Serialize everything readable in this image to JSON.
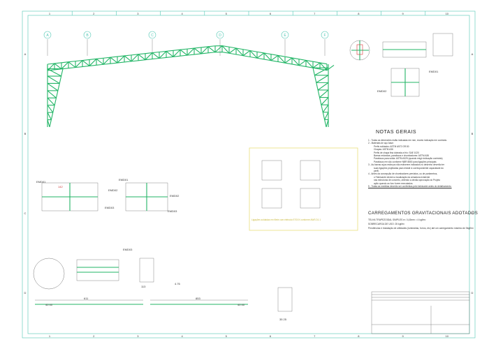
{
  "grid_axes": [
    "A",
    "B",
    "C",
    "D",
    "E",
    "F"
  ],
  "border_columns": [
    "1",
    "2",
    "3",
    "4",
    "5",
    "6",
    "7",
    "8",
    "9",
    "10"
  ],
  "border_rows": [
    "A",
    "B",
    "C",
    "D"
  ],
  "notes": {
    "title": "NOTAS GERAIS",
    "items": [
      "1 - Todas as dimensões estão indicadas em mm, exceto indicação em contrário.",
      "2 - Materiais de aço base:",
      "Perfis soldados: ASTM A572 GR.50",
      "Chapas: ASTM A36",
      "Perfis de chapa fina dobrada a frio: SAE 1020",
      "Barras redondas, parafusos e chumbadores: ASTM A36",
      "Parafusos para solda: ASTM A325 (quando exigir indicação contrária)",
      "Parafusos em vão conforme NBR 8800 para ligações principais",
      "3 - As barras cujos esforços não estiverem indicados no desenho deverão ter",
      "suas ligações projetadas para resistir à correspondente capacidade do",
      "perfil.",
      "4 - Antes da concepção de chumbadores previstos, ou de parâmetros,",
      "o Fabricante deverá a localização da armadura existente",
      "nas estruturas de concreto, obtendo a devida aprovação do Projeto",
      "ação quando ao furo forem executados.",
      "5 - Todas as medidas deverão ser conferidas pelo fabricante antes do detalhamento."
    ]
  },
  "loads": {
    "title": "CARREGAMENTOS GRAVITACIONAIS ADOTADOS",
    "items": [
      "TELHA TRAPEZOIDAL SIMPLES e= 0,43mm = 4 kgf/m²",
      "SOBRECARGA DE USO: 25 kgf/m²",
      "Pendências e instalação de utilidades (luminárias, forros, etc) até um carregamento máximo de 5kgf/m²"
    ]
  },
  "details": {
    "tags": [
      "EMD01",
      "EMD02",
      "EMD03",
      "EMD01",
      "EMD02",
      "EMD03",
      "EMD01",
      "EMD02",
      "EMD03"
    ],
    "dim_611": "611",
    "dim_853": "853",
    "dim_40a": "40  40",
    "dim_40b": "40  40",
    "dim_142": "142",
    "dim_113": "113",
    "dim_3525": "35  25",
    "dim_476": "4.76",
    "yellow_note": "Ligações soldadas em filete com eletrodo E70XX conforme AWS D1.1"
  },
  "colors": {
    "member": "#22b566",
    "frame": "#4fc7b3",
    "note_box": "#e8e07a"
  }
}
